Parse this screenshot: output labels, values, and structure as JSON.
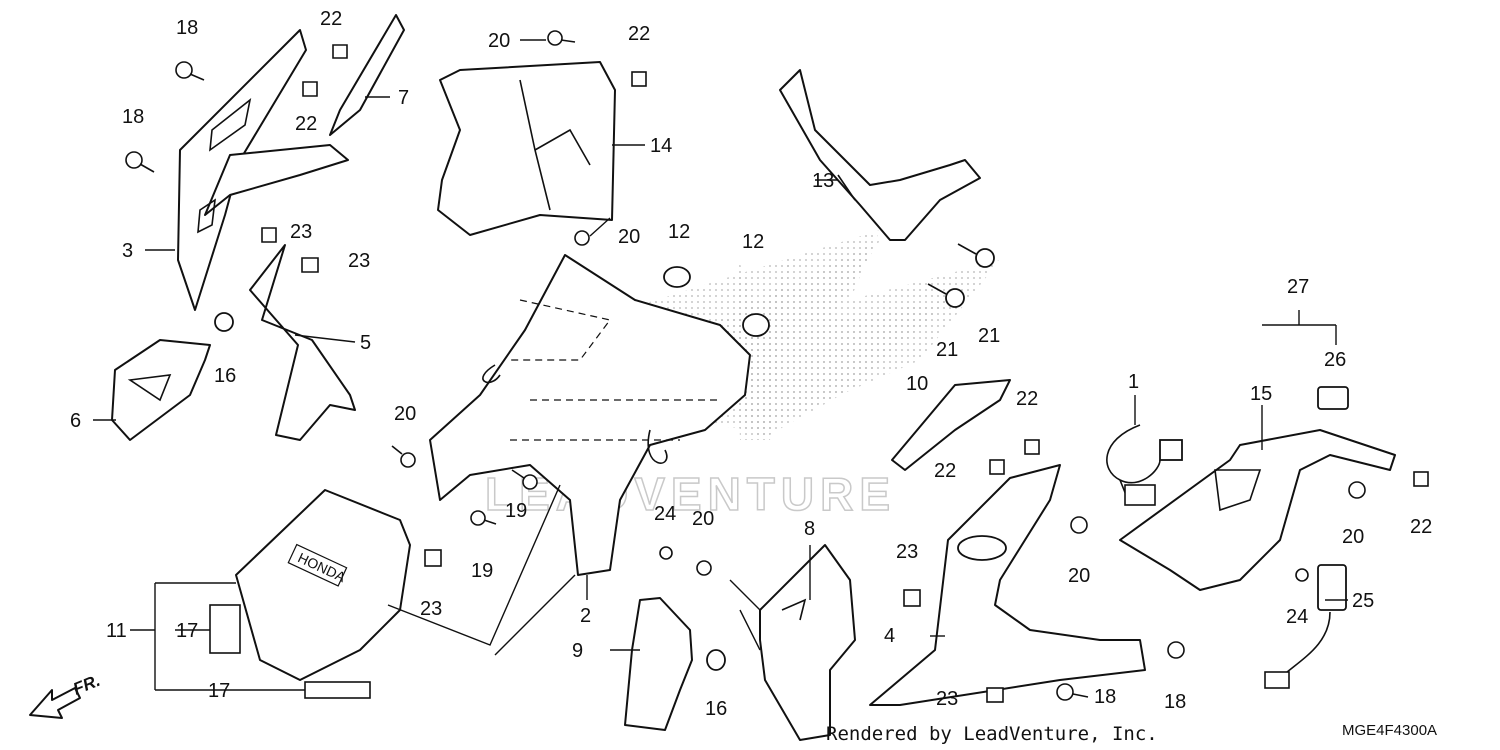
{
  "diagram": {
    "footer_credit": "Rendered by LeadVenture, Inc.",
    "diagram_code": "MGE4F4300A",
    "direction_label": "FR.",
    "watermark_text": "LEADVENTURE",
    "emblem_text": "HONDA",
    "callouts": {
      "c1": "1",
      "c2": "2",
      "c3": "3",
      "c4": "4",
      "c5": "5",
      "c6": "6",
      "c7": "7",
      "c8": "8",
      "c9": "9",
      "c10": "10",
      "c11": "11",
      "c12a": "12",
      "c12b": "12",
      "c13": "13",
      "c14": "14",
      "c15": "15",
      "c16a": "16",
      "c16b": "16",
      "c17a": "17",
      "c17b": "17",
      "c18a": "18",
      "c18b": "18",
      "c18c": "18",
      "c18d": "18",
      "c19a": "19",
      "c19b": "19",
      "c20a": "20",
      "c20b": "20",
      "c20c": "20",
      "c20d": "20",
      "c20e": "20",
      "c20f": "20",
      "c21a": "21",
      "c21b": "21",
      "c22a": "22",
      "c22b": "22",
      "c22c": "22",
      "c22d": "22",
      "c22e": "22",
      "c22f": "22",
      "c23a": "23",
      "c23b": "23",
      "c23c": "23",
      "c23d": "23",
      "c23e": "23",
      "c24a": "24",
      "c24b": "24",
      "c25": "25",
      "c26": "26",
      "c27": "27"
    }
  }
}
